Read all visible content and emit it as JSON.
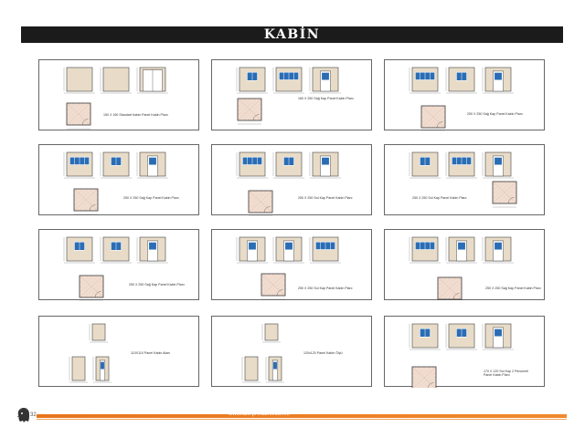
{
  "header": {
    "title": "KABİN"
  },
  "panels": [
    {
      "caption": "150 X 150  Standart Kabin Panel Kabin Planı"
    },
    {
      "caption": "160 X 250 Sağ Kap Panel Kabin Planı"
    },
    {
      "caption": "250 X 250 Sağ Kap Panel Kabin Planı"
    },
    {
      "caption": "250 X 250  Sağ Kap Panel Kabin Planı"
    },
    {
      "caption": "250 X 250  Sol Kap Panel Kabin Planı"
    },
    {
      "caption": "250 X 250 Sol Kap Panel Kabin Planı"
    },
    {
      "caption": "250 X 250  Sağ Kap Panel Kabin Planı"
    },
    {
      "caption": "250 X 250  Sol Kap Panel Kabin Planı"
    },
    {
      "caption": "250 X 250  Sağ Kap Panel Kabin Planı"
    },
    {
      "caption": "110X110 Panel Kabin Alanı"
    },
    {
      "caption": "120x120 Panel Kabin Ölçü"
    },
    {
      "caption": "170 X 120 Sol Kap 2 Pencereli\nPanel Kabin Planı"
    }
  ],
  "footer": {
    "page_number": "32",
    "website": "www.liderprefabrik.com.tr"
  },
  "colors": {
    "header": "#1b1b1b",
    "accent": "#e8741c",
    "window": "#2a6db5",
    "wall": "#e8dcc8"
  }
}
